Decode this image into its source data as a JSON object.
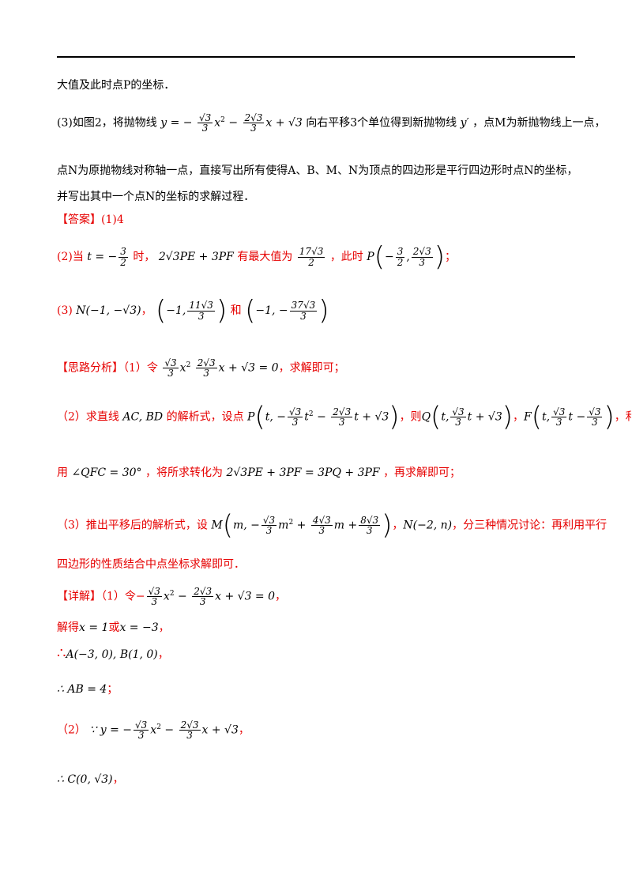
{
  "line1": {
    "text": "大值及此时点P的坐标．"
  },
  "line2": {
    "prefix": "(3)如图2，将抛物线",
    "y_eq": "y = −",
    "f1_num": "√3",
    "f1_den": "3",
    "x2": "x",
    "sup2": "2",
    "minus": " − ",
    "f2_num": "2√3",
    "f2_den": "3",
    "x_plus": "x + √3",
    "suffix_a": "向右平移3个单位得到新抛物线",
    "yprime": "y′",
    "suffix_b": "，点M为新抛物线上一点，"
  },
  "line3": {
    "text": "点N为原抛物线对称轴一点，直接写出所有使得A、B、M、N为顶点的四边形是平行四边形时点N的坐标，"
  },
  "line4": {
    "text": "并写出其中一个点N的坐标的求解过程．"
  },
  "answer": {
    "label": "【答案】(1)4"
  },
  "ans2": {
    "prefix": "(2)当",
    "t_eq": "t = −",
    "f_num": "3",
    "f_den": "2",
    "when": "时，",
    "expr": "2√3PE + 3PF",
    "max_text": "有最大值为",
    "max_num": "17√3",
    "max_den": "2",
    "at_text": "，此时",
    "P": "P",
    "px_num": "3",
    "px_den": "2",
    "py_num": "2√3",
    "py_den": "3",
    "end": "；"
  },
  "ans3": {
    "prefix": "(3)",
    "n1": "N(−1, −√3)",
    "comma": "，",
    "n2_a": "−1,",
    "n2_num": "11√3",
    "n2_den": "3",
    "and": "和",
    "n3_a": "−1, −",
    "n3_num": "37√3",
    "n3_den": "3"
  },
  "analysis": {
    "label": "【思路分析】（1）令",
    "f1_num": "√3",
    "f1_den": "3",
    "x2": "x",
    "f2_num": "2√3",
    "f2_den": "3",
    "tail_expr": "x + √3 = 0",
    "tail": "，求解即可；"
  },
  "analysis2": {
    "prefix": "（2）求直线",
    "lines": "AC, BD",
    "mid": "的解析式，设点",
    "P": "P",
    "t": "t, −",
    "a_num": "√3",
    "a_den": "3",
    "t2": "t",
    "b_num": "2√3",
    "b_den": "3",
    "p_tail": "t + √3",
    "then": "，则",
    "Q": "Q",
    "q_t": "t,",
    "q_num": "√3",
    "q_den": "3",
    "q_tail": "t + √3",
    "sep": "，",
    "F": "F",
    "f_t": "t,",
    "f_num": "√3",
    "f_den": "3",
    "f_mid": "t −",
    "f2_num": "√3",
    "f2_den": "3",
    "end": "，利"
  },
  "analysis3": {
    "prefix": "用",
    "angle": "∠QFC = 30°",
    "mid": "，将所求转化为",
    "expr": "2√3PE + 3PF = 3PQ + 3PF",
    "end": "，再求解即可；"
  },
  "analysis4": {
    "prefix": "（3）推出平移后的解析式，设",
    "M": "M",
    "m_a": "m, −",
    "a_num": "√3",
    "a_den": "3",
    "m2": "m",
    "b_num": "4√3",
    "b_den": "3",
    "m_plus": "m +",
    "c_num": "8√3",
    "c_den": "3",
    "sep": "，",
    "N": "N(−2, n)",
    "end": "，分三种情况讨论：再利用平行"
  },
  "analysis5": {
    "text": "四边形的性质结合中点坐标求解即可．"
  },
  "detail": {
    "label": "【详解】（1）令−",
    "f1_num": "√3",
    "f1_den": "3",
    "x2": "x",
    "f2_num": "2√3",
    "f2_den": "3",
    "tail": "x + √3 = 0",
    "end": "，"
  },
  "solve": {
    "prefix": "解得",
    "x1": "x = 1",
    "or": "或",
    "x2": "x = −3",
    "end": "，"
  },
  "therefore1": {
    "sym": "∴",
    "text": "A(−3, 0), B(1, 0)",
    "end": "，"
  },
  "therefore2": {
    "text": "∴ AB = 4",
    "end": "；"
  },
  "part2": {
    "prefix": "（2）",
    "because": "∵ y = −",
    "f1_num": "√3",
    "f1_den": "3",
    "x2": "x",
    "f2_num": "2√3",
    "f2_den": "3",
    "tail": "x + √3",
    "end": "，"
  },
  "therefore3": {
    "text": "∴ C(0, √3)",
    "end": "，"
  }
}
